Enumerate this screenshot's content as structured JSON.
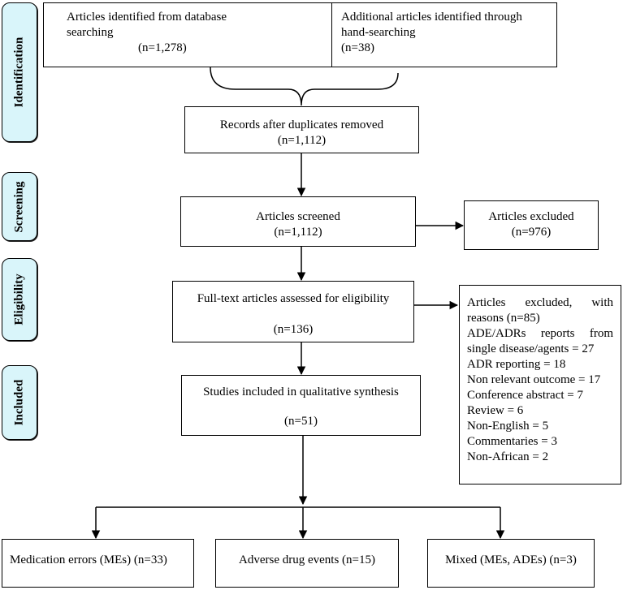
{
  "stages": {
    "identification": "Identification",
    "screening": "Screening",
    "eligibility": "Eligibility",
    "included": "Included"
  },
  "boxes": {
    "database": {
      "line1": "Articles identified from database",
      "line2": "searching",
      "count": "(n=1,278)"
    },
    "hand": {
      "line1": "Additional articles identified through",
      "line2": "hand-searching",
      "count": "(n=38)"
    },
    "duplicates": {
      "line1": "Records after duplicates removed",
      "count": "(n=1,112)"
    },
    "screened": {
      "line1": "Articles screened",
      "count": "(n=1,112)"
    },
    "excluded": {
      "line1": "Articles excluded",
      "count": "(n=976)"
    },
    "fulltext": {
      "line1": "Full-text articles assessed for eligibility",
      "count": "(n=136)"
    },
    "excluded_reasons": {
      "line1": "Articles excluded, with",
      "line2": "reasons (n=85)",
      "items": [
        "ADE/ADRs reports from",
        "single disease/agents = 27",
        "ADR reporting = 18",
        "Non relevant outcome = 17",
        "Conference abstract = 7",
        "Review = 6",
        "Non-English = 5",
        "Commentaries = 3",
        "Non-African = 2"
      ]
    },
    "included": {
      "line1": "Studies included in qualitative synthesis",
      "count": "(n=51)"
    },
    "medication_errors": {
      "label": "Medication errors (MEs) (n=33)"
    },
    "adverse_events": {
      "label": "Adverse drug events (n=15)"
    },
    "mixed": {
      "label": "Mixed (MEs, ADEs) (n=3)"
    }
  }
}
